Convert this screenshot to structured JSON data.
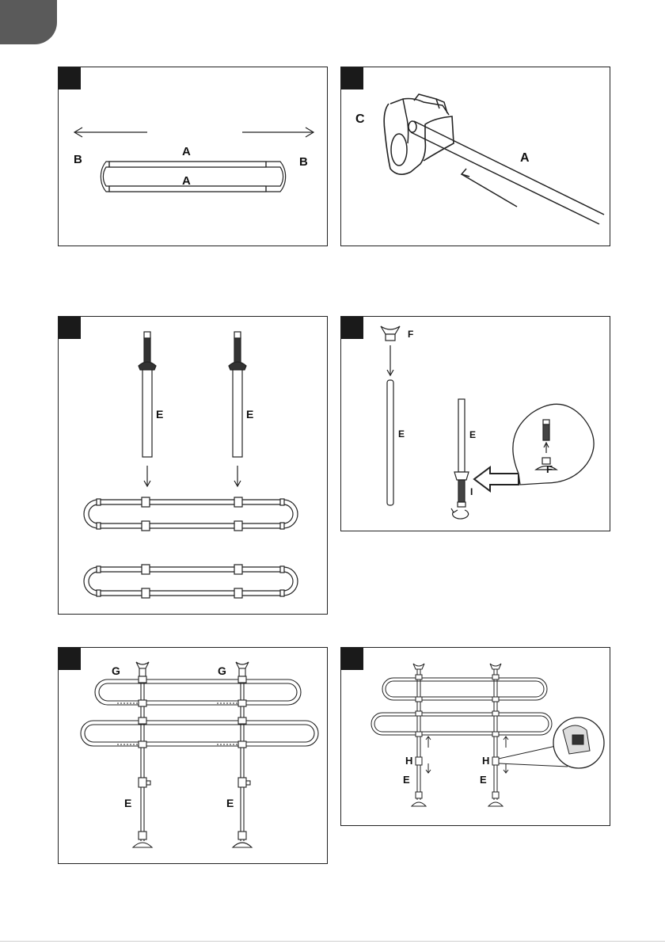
{
  "figures": [
    {
      "labels": {
        "left_end": "B",
        "top_rail": "A",
        "right_end": "B",
        "bottom_rail": "A"
      }
    },
    {
      "labels": {
        "clip": "C",
        "tube": "A"
      }
    },
    {
      "labels": {
        "left_pole": "E",
        "right_pole": "E"
      }
    },
    {
      "labels": {
        "cap": "F",
        "tube": "E",
        "assembled_tube": "E",
        "screw": "I",
        "inset_cap": "F"
      }
    },
    {
      "labels": {
        "left_clip": "G",
        "right_clip": "G",
        "left_pole": "E",
        "right_pole": "E"
      }
    },
    {
      "labels": {
        "left_knob": "H",
        "right_knob": "H",
        "left_pole": "E",
        "right_pole": "E"
      }
    }
  ]
}
